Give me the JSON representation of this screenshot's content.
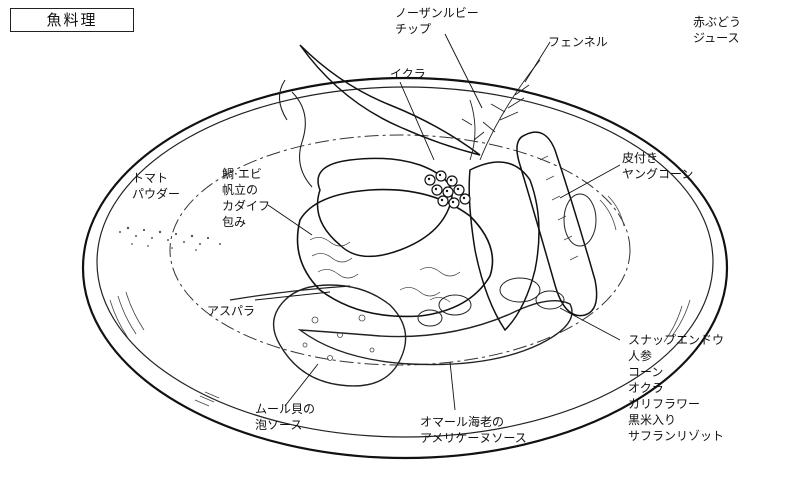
{
  "title": "魚料理",
  "labels": {
    "nozan_1": "ノーザンルビー",
    "nozan_2": "チップ",
    "fennel": "フェンネル",
    "grape_1": "赤ぶどう",
    "grape_2": "ジュース",
    "ikura": "イクラ",
    "tomato_1": "トマト",
    "tomato_2": "パウダー",
    "fish_1": "鯛·エビ",
    "fish_2": "帆立の",
    "fish_3": "カダイフ",
    "fish_4": "包み",
    "corn_1": "皮付き",
    "corn_2": "ヤングコーン",
    "asparagus": "アスパラ",
    "veg_1": "スナップエンドウ",
    "veg_2": "人参",
    "veg_3": "コーン",
    "veg_4": "オクラ",
    "veg_5": "カリフラワー",
    "veg_6": "黒米入り",
    "veg_7": "サフランリゾット",
    "mussel_1": "ムール貝の",
    "mussel_2": "泡ソース",
    "lobster_1": "オマール海老の",
    "lobster_2": "アメリケーヌソース"
  }
}
